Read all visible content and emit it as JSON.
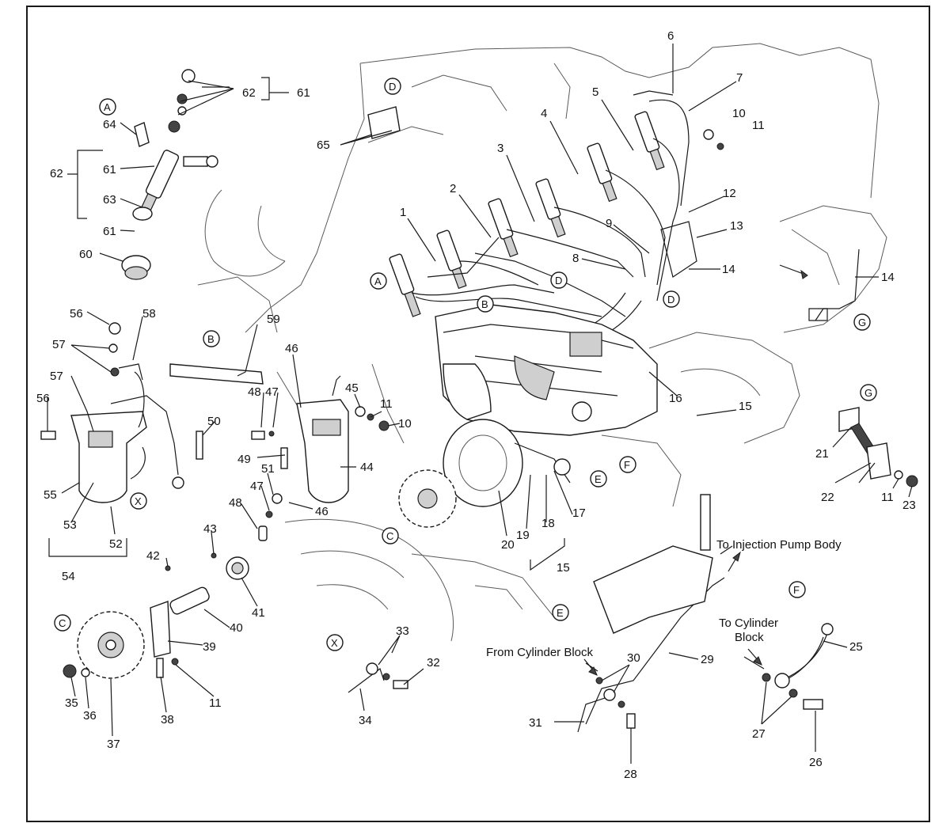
{
  "diagram": {
    "part_numbers": [
      "1",
      "2",
      "3",
      "4",
      "5",
      "6",
      "7",
      "8",
      "9",
      "10",
      "11",
      "12",
      "13",
      "14",
      "15",
      "16",
      "17",
      "18",
      "19",
      "20",
      "21",
      "22",
      "23",
      "25",
      "26",
      "27",
      "28",
      "29",
      "30",
      "31",
      "32",
      "33",
      "34",
      "35",
      "36",
      "37",
      "38",
      "39",
      "40",
      "41",
      "42",
      "43",
      "44",
      "45",
      "46",
      "47",
      "48",
      "49",
      "50",
      "51",
      "52",
      "53",
      "54",
      "55",
      "56",
      "57",
      "58",
      "59",
      "60",
      "61",
      "62",
      "63",
      "64",
      "65"
    ],
    "view_markers": [
      "A",
      "B",
      "C",
      "D",
      "E",
      "F",
      "G",
      "X"
    ],
    "notes": {
      "to_injection_pump_body": "To Injection Pump Body",
      "to_cylinder_block_line1": "To Cylinder",
      "to_cylinder_block_line2": "Block",
      "from_cylinder_block": "From Cylinder Block"
    }
  },
  "labels": [
    {
      "id": "l6",
      "text": "6"
    },
    {
      "id": "l7",
      "text": "7"
    },
    {
      "id": "l5",
      "text": "5"
    },
    {
      "id": "l10a",
      "text": "10"
    },
    {
      "id": "l11a",
      "text": "11"
    },
    {
      "id": "l4",
      "text": "4"
    },
    {
      "id": "l3",
      "text": "3"
    },
    {
      "id": "l2",
      "text": "2"
    },
    {
      "id": "l1",
      "text": "1"
    },
    {
      "id": "l12",
      "text": "12"
    },
    {
      "id": "l9",
      "text": "9"
    },
    {
      "id": "l13",
      "text": "13"
    },
    {
      "id": "l8",
      "text": "8"
    },
    {
      "id": "l14a",
      "text": "14"
    },
    {
      "id": "l14b",
      "text": "14"
    },
    {
      "id": "l62a",
      "text": "62"
    },
    {
      "id": "l61a",
      "text": "61"
    },
    {
      "id": "l64",
      "text": "64"
    },
    {
      "id": "l62b",
      "text": "62"
    },
    {
      "id": "l61b",
      "text": "61"
    },
    {
      "id": "l63",
      "text": "63"
    },
    {
      "id": "l61c",
      "text": "61"
    },
    {
      "id": "l60",
      "text": "60"
    },
    {
      "id": "l65",
      "text": "65"
    },
    {
      "id": "l56a",
      "text": "56"
    },
    {
      "id": "l58",
      "text": "58"
    },
    {
      "id": "l57a",
      "text": "57"
    },
    {
      "id": "l59",
      "text": "59"
    },
    {
      "id": "l57b",
      "text": "57"
    },
    {
      "id": "l46a",
      "text": "46"
    },
    {
      "id": "l45",
      "text": "45"
    },
    {
      "id": "l48a",
      "text": "48"
    },
    {
      "id": "l47a",
      "text": "47"
    },
    {
      "id": "l11b",
      "text": "11"
    },
    {
      "id": "l10b",
      "text": "10"
    },
    {
      "id": "l56b",
      "text": "56"
    },
    {
      "id": "l50",
      "text": "50"
    },
    {
      "id": "l49",
      "text": "49"
    },
    {
      "id": "l44",
      "text": "44"
    },
    {
      "id": "l55",
      "text": "55"
    },
    {
      "id": "l51",
      "text": "51"
    },
    {
      "id": "l47b",
      "text": "47"
    },
    {
      "id": "l46b",
      "text": "46"
    },
    {
      "id": "l48b",
      "text": "48"
    },
    {
      "id": "l53",
      "text": "53"
    },
    {
      "id": "l52",
      "text": "52"
    },
    {
      "id": "l54",
      "text": "54"
    },
    {
      "id": "l43",
      "text": "43"
    },
    {
      "id": "l42",
      "text": "42"
    },
    {
      "id": "l41",
      "text": "41"
    },
    {
      "id": "l40",
      "text": "40"
    },
    {
      "id": "l39",
      "text": "39"
    },
    {
      "id": "l11c",
      "text": "11"
    },
    {
      "id": "l38",
      "text": "38"
    },
    {
      "id": "l37",
      "text": "37"
    },
    {
      "id": "l36",
      "text": "36"
    },
    {
      "id": "l35",
      "text": "35"
    },
    {
      "id": "l16",
      "text": "16"
    },
    {
      "id": "l15a",
      "text": "15"
    },
    {
      "id": "l15b",
      "text": "15"
    },
    {
      "id": "l17",
      "text": "17"
    },
    {
      "id": "l18",
      "text": "18"
    },
    {
      "id": "l19",
      "text": "19"
    },
    {
      "id": "l20",
      "text": "20"
    },
    {
      "id": "l21",
      "text": "21"
    },
    {
      "id": "l22",
      "text": "22"
    },
    {
      "id": "l11d",
      "text": "11"
    },
    {
      "id": "l23",
      "text": "23"
    },
    {
      "id": "l33",
      "text": "33"
    },
    {
      "id": "l32",
      "text": "32"
    },
    {
      "id": "l34",
      "text": "34"
    },
    {
      "id": "l30",
      "text": "30"
    },
    {
      "id": "l29",
      "text": "29"
    },
    {
      "id": "l31",
      "text": "31"
    },
    {
      "id": "l28",
      "text": "28"
    },
    {
      "id": "l25",
      "text": "25"
    },
    {
      "id": "l27",
      "text": "27"
    },
    {
      "id": "l26",
      "text": "26"
    }
  ],
  "markers": [
    {
      "id": "mA1",
      "text": "A"
    },
    {
      "id": "mA2",
      "text": "A"
    },
    {
      "id": "mB1",
      "text": "B"
    },
    {
      "id": "mB2",
      "text": "B"
    },
    {
      "id": "mC1",
      "text": "C"
    },
    {
      "id": "mC2",
      "text": "C"
    },
    {
      "id": "mD1",
      "text": "D"
    },
    {
      "id": "mD2",
      "text": "D"
    },
    {
      "id": "mD3",
      "text": "D"
    },
    {
      "id": "mE1",
      "text": "E"
    },
    {
      "id": "mE2",
      "text": "E"
    },
    {
      "id": "mF1",
      "text": "F"
    },
    {
      "id": "mF2",
      "text": "F"
    },
    {
      "id": "mG1",
      "text": "G"
    },
    {
      "id": "mG2",
      "text": "G"
    },
    {
      "id": "mX1",
      "text": "X"
    },
    {
      "id": "mX2",
      "text": "X"
    }
  ],
  "colors": {
    "ink": "#1a1a1a",
    "background": "#ffffff",
    "shade": "#cfcfcf"
  }
}
